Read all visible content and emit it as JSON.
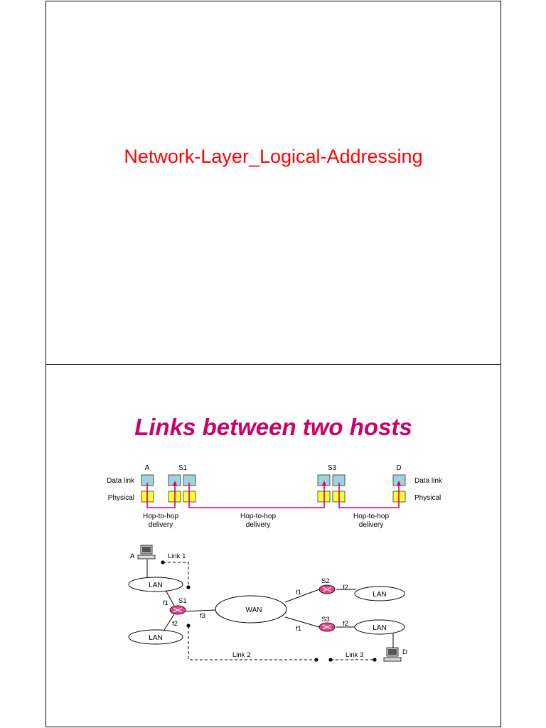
{
  "slide1": {
    "title": "Network-Layer_Logical-Addressing"
  },
  "slide2": {
    "title": "Links between two hosts",
    "layers": {
      "node_labels": [
        "A",
        "S1",
        "S3",
        "D"
      ],
      "data_link": "Data link",
      "physical": "Physical",
      "delivery": [
        {
          "line1": "Hop-to-hop",
          "line2": "delivery"
        },
        {
          "line1": "Hop-to-hop",
          "line2": "delivery"
        },
        {
          "line1": "Hop-to-hop",
          "line2": "delivery"
        }
      ]
    },
    "network": {
      "host_a": "A",
      "host_d": "D",
      "link1": "Link 1",
      "link2": "Link 2",
      "link3": "Link 3",
      "lan": "LAN",
      "wan": "WAN",
      "s1": "S1",
      "s2": "S2",
      "s3": "S3",
      "f1": "f1",
      "f2": "f2",
      "f3": "f3"
    },
    "colors": {
      "data_link_box": "#9fd3e0",
      "physical_box": "#ffff33",
      "delivery_line": "#d6006f",
      "router": "#e8408a"
    }
  }
}
